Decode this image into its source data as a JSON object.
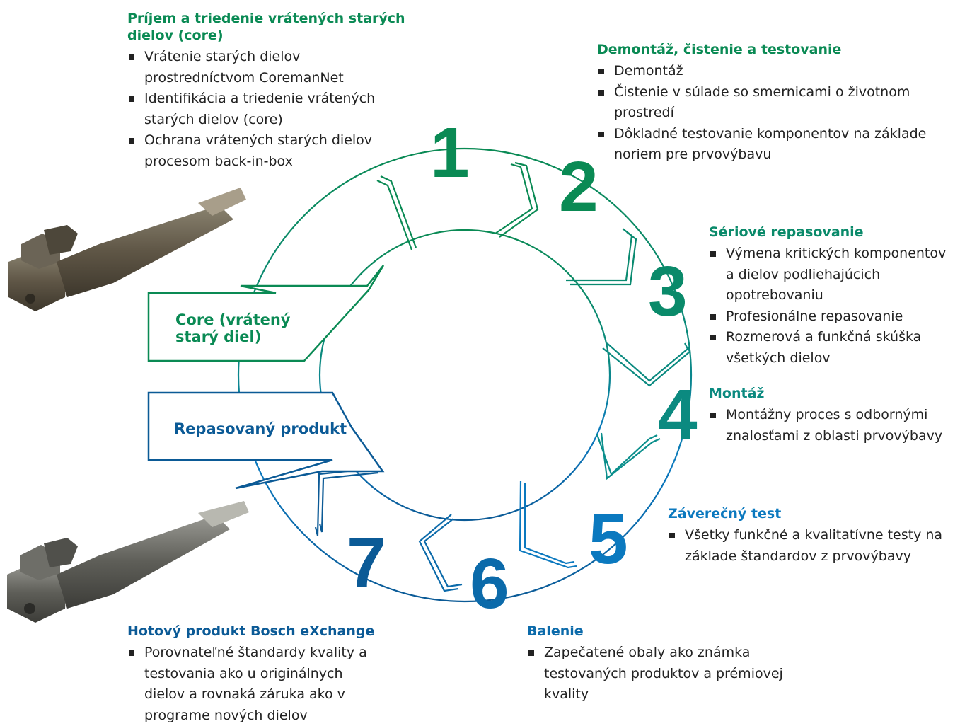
{
  "colors": {
    "green": "#0a8a54",
    "teal": "#0b8a80",
    "blue": "#0b79bf",
    "darkblue": "#0b5a96"
  },
  "steps": [
    {
      "number": "1",
      "title": "Príjem a triedenie vrátených starých dielov (core)",
      "items": [
        "Vrátenie starých dielov prostredníctvom CoremanNet",
        "Identifikácia a triedenie vrátených starých dielov (core)",
        "Ochrana vrátených starých dielov procesom back-in-box"
      ]
    },
    {
      "number": "2",
      "title": "Demontáž, čistenie a testovanie",
      "items": [
        "Demontáž",
        "Čistenie v súlade so smernicami o životnom prostredí",
        "Dôkladné testovanie komponentov na základe noriem pre prvovýbavu"
      ]
    },
    {
      "number": "3",
      "title": "Sériové repasovanie",
      "items": [
        "Výmena kritických komponentov a dielov podliehajúcich opotrebovaniu",
        "Profesionálne repasovanie",
        "Rozmerová a funkčná skúška všetkých dielov"
      ]
    },
    {
      "number": "4",
      "title": "Montáž",
      "items": [
        "Montážny proces s odbornými znalosťami z oblasti prvovýbavy"
      ]
    },
    {
      "number": "5",
      "title": "Záverečný test",
      "items": [
        "Všetky funkčné a kvalitatívne testy na základe štandardov z prvovýbavy"
      ]
    },
    {
      "number": "6",
      "title": "Balenie",
      "items": [
        "Zapečatené obaly ako známka testovaných produktov a prémiovej kvality"
      ]
    },
    {
      "number": "7",
      "title": "Hotový produkt Bosch eXchange",
      "items": [
        "Porovnateľné štandardy kvality a testovania ako u originálnych dielov a rovnaká záruka ako v programe nových dielov"
      ]
    }
  ],
  "input_label": "Core (vrátený starý diel)",
  "output_label": "Repasovaný produkt"
}
